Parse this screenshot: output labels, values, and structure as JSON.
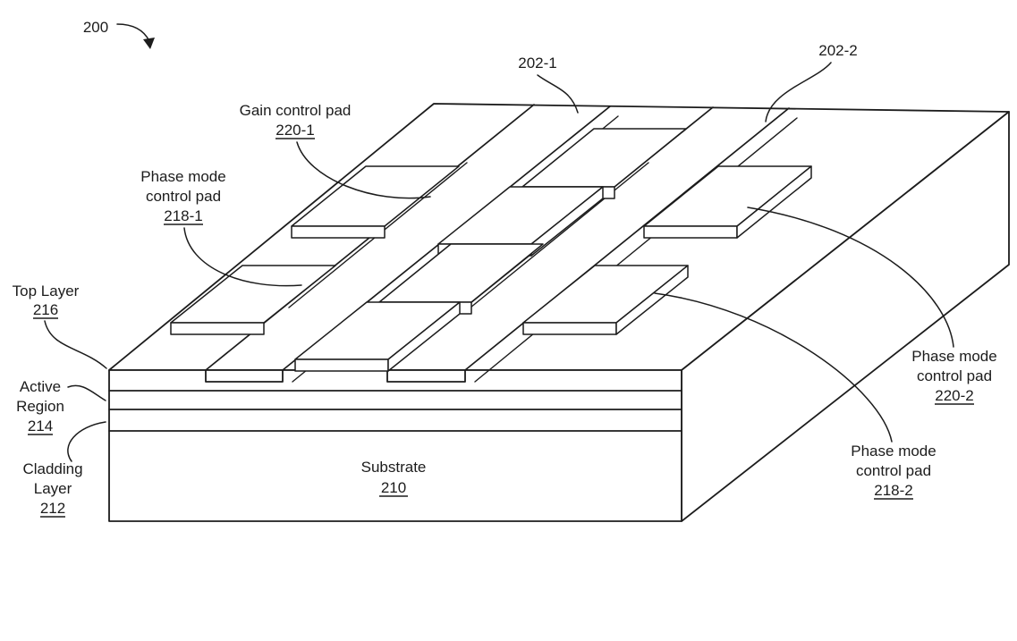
{
  "figure": {
    "fig_ref": "200",
    "waveguides": {
      "w1": "202-1",
      "w2": "202-2"
    },
    "labels": {
      "gain_control_pad_1": {
        "line1": "Gain control pad",
        "ref": "220-1"
      },
      "phase_mode_control_pad_218_1": {
        "line1": "Phase mode",
        "line2": "control pad",
        "ref": "218-1"
      },
      "top_layer": {
        "line1": "Top Layer",
        "ref": "216"
      },
      "active_region": {
        "line1": "Active",
        "line2": "Region",
        "ref": "214"
      },
      "cladding_layer": {
        "line1": "Cladding",
        "line2": "Layer",
        "ref": "212"
      },
      "substrate": {
        "line1": "Substrate",
        "ref": "210"
      },
      "phase_mode_control_pad_220_2": {
        "line1": "Phase mode",
        "line2": "control pad",
        "ref": "220-2"
      },
      "phase_mode_control_pad_218_2": {
        "line1": "Phase mode",
        "line2": "control pad",
        "ref": "218-2"
      }
    },
    "colors": {
      "line": "#1c1c1c",
      "background": "#ffffff"
    }
  }
}
